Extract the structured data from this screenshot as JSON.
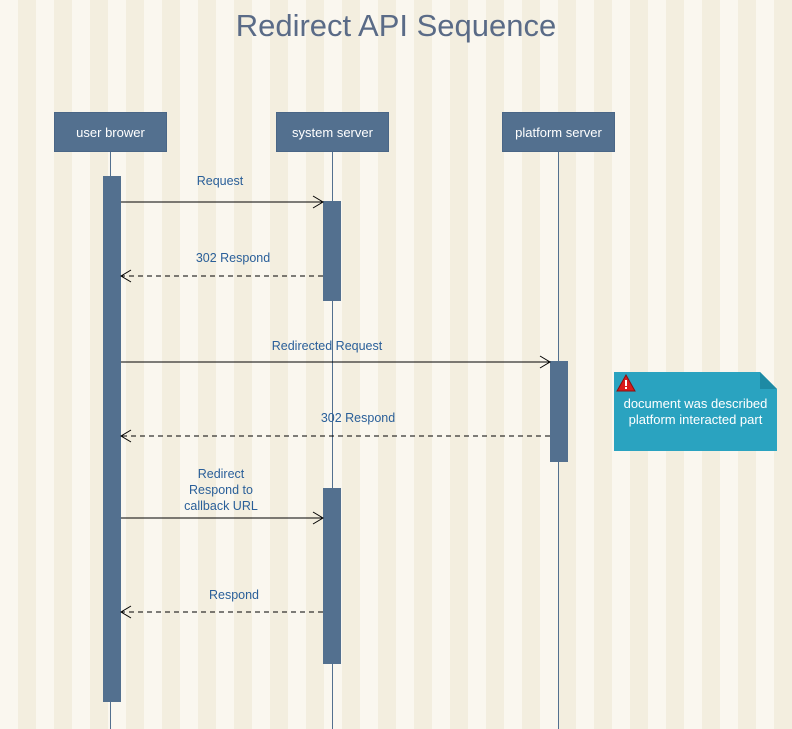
{
  "title": "Redirect API Sequence",
  "participants": [
    {
      "name": "user brower"
    },
    {
      "name": "system server"
    },
    {
      "name": "platform server"
    }
  ],
  "messages": [
    {
      "label": "Request",
      "from": "user brower",
      "to": "system server",
      "kind": "sync"
    },
    {
      "label": "302 Respond",
      "from": "system server",
      "to": "user brower",
      "kind": "return"
    },
    {
      "label": "Redirected Request",
      "from": "user brower",
      "to": "platform server",
      "kind": "sync"
    },
    {
      "label": "302 Respond",
      "from": "platform server",
      "to": "user brower",
      "kind": "return"
    },
    {
      "label_lines": [
        "Redirect",
        "Respond to",
        "callback URL"
      ],
      "from": "user brower",
      "to": "system server",
      "kind": "sync"
    },
    {
      "label": "Respond",
      "from": "system server",
      "to": "user brower",
      "kind": "return"
    }
  ],
  "note": {
    "lines": [
      "document was described",
      "platform interacted part"
    ],
    "icon": "warning-icon"
  },
  "colors": {
    "lifeline": "#53708f",
    "label": "#2a5f99",
    "note": "#2aa3c0",
    "warning": "#d91c1c"
  }
}
